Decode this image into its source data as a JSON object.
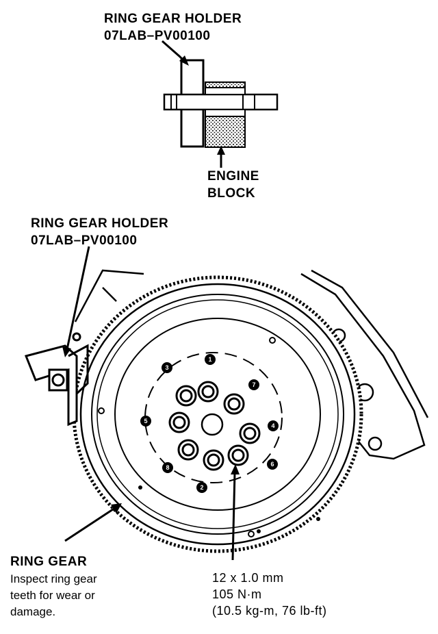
{
  "labels": {
    "holder_top_line1": "RING GEAR HOLDER",
    "holder_top_line2": "07LAB–PV00100",
    "engine_block_line1": "ENGINE",
    "engine_block_line2": "BLOCK",
    "holder_mid_line1": "RING GEAR HOLDER",
    "holder_mid_line2": "07LAB–PV00100",
    "ring_gear_title": "RING GEAR",
    "ring_gear_note_line1": "Inspect ring gear",
    "ring_gear_note_line2": "teeth for wear or",
    "ring_gear_note_line3": "damage.",
    "bolt_spec_line1": "12 x 1.0 mm",
    "bolt_spec_line2": "105 N·m",
    "bolt_spec_line3": "(10.5 kg-m, 76 lb-ft)"
  },
  "torque_sequence": [
    "1",
    "2",
    "3",
    "4",
    "5",
    "6",
    "7",
    "8"
  ]
}
